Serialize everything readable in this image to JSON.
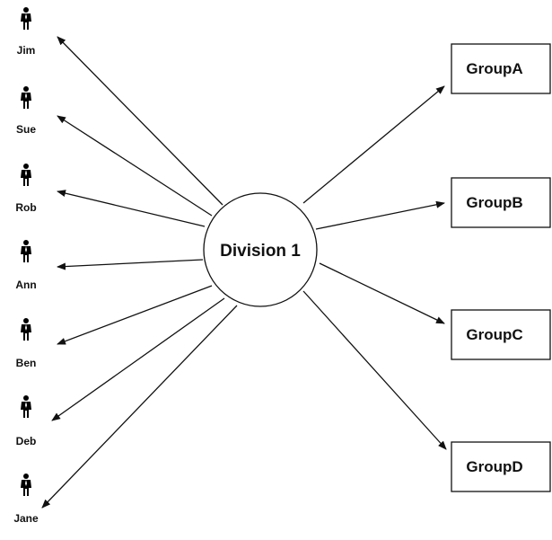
{
  "hub": {
    "label": "Division 1"
  },
  "people": [
    {
      "name": "Jim"
    },
    {
      "name": "Sue"
    },
    {
      "name": "Rob"
    },
    {
      "name": "Ann"
    },
    {
      "name": "Ben"
    },
    {
      "name": "Deb"
    },
    {
      "name": "Jane"
    }
  ],
  "groups": [
    {
      "label": "GroupA"
    },
    {
      "label": "GroupB"
    },
    {
      "label": "GroupC"
    },
    {
      "label": "GroupD"
    }
  ],
  "icons": {
    "person": "person-icon"
  },
  "colors": {
    "stroke": "#111111",
    "background": "#ffffff"
  }
}
